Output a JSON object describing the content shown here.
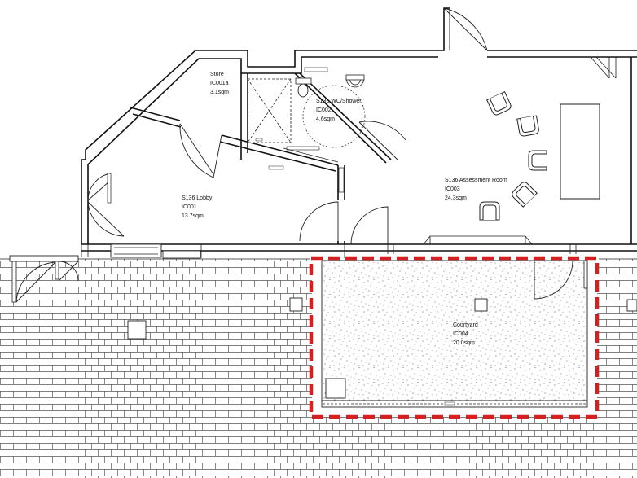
{
  "rooms": {
    "store": {
      "name": "Store",
      "code": "IC001a",
      "area": "3.1sqm"
    },
    "wc": {
      "name": "S136 WC/Shower",
      "code": "IC002",
      "area": "4.6sqm"
    },
    "lobby": {
      "name": "S136 Lobby",
      "code": "IC001",
      "area": "13.7sqm"
    },
    "assessment": {
      "name": "S136 Assessment Room",
      "code": "IC003",
      "area": "24.3sqm"
    },
    "courtyard": {
      "name": "Courtyard",
      "code": "IC004",
      "area": "20.0sqm"
    }
  },
  "highlight": {
    "color": "#d42020",
    "target": "Courtyard"
  }
}
